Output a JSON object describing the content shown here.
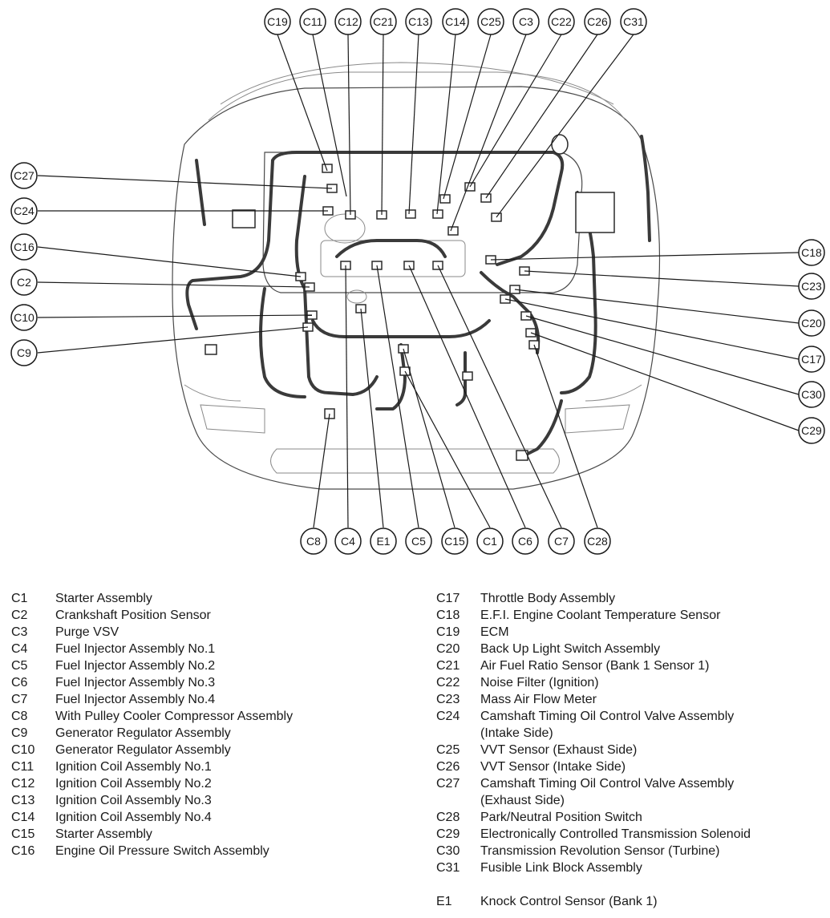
{
  "callouts": {
    "top": [
      "C19",
      "C11",
      "C12",
      "C21",
      "C13",
      "C14",
      "C25",
      "C3",
      "C22",
      "C26",
      "C31"
    ],
    "left": [
      "C27",
      "C24",
      "C16",
      "C2",
      "C10",
      "C9"
    ],
    "right": [
      "C18",
      "C23",
      "C20",
      "C17",
      "C30",
      "C29"
    ],
    "bottom": [
      "C8",
      "C4",
      "E1",
      "C5",
      "C15",
      "C1",
      "C6",
      "C7",
      "C28"
    ]
  },
  "legend_left": [
    {
      "code": "C1",
      "desc": "Starter Assembly"
    },
    {
      "code": "C2",
      "desc": "Crankshaft Position Sensor"
    },
    {
      "code": "C3",
      "desc": "Purge VSV"
    },
    {
      "code": "C4",
      "desc": "Fuel Injector Assembly No.1"
    },
    {
      "code": "C5",
      "desc": "Fuel Injector Assembly No.2"
    },
    {
      "code": "C6",
      "desc": "Fuel Injector Assembly No.3"
    },
    {
      "code": "C7",
      "desc": "Fuel Injector Assembly No.4"
    },
    {
      "code": "C8",
      "desc": "With Pulley Cooler Compressor Assembly"
    },
    {
      "code": "C9",
      "desc": "Generator Regulator Assembly"
    },
    {
      "code": "C10",
      "desc": "Generator Regulator Assembly"
    },
    {
      "code": "C11",
      "desc": "Ignition Coil Assembly No.1"
    },
    {
      "code": "C12",
      "desc": "Ignition Coil Assembly No.2"
    },
    {
      "code": "C13",
      "desc": "Ignition Coil Assembly No.3"
    },
    {
      "code": "C14",
      "desc": "Ignition Coil Assembly No.4"
    },
    {
      "code": "C15",
      "desc": "Starter Assembly"
    },
    {
      "code": "C16",
      "desc": "Engine Oil Pressure Switch Assembly"
    }
  ],
  "legend_right": [
    {
      "code": "C17",
      "desc": "Throttle Body Assembly"
    },
    {
      "code": "C18",
      "desc": "E.F.I. Engine Coolant Temperature Sensor"
    },
    {
      "code": "C19",
      "desc": "ECM"
    },
    {
      "code": "C20",
      "desc": "Back Up Light Switch Assembly"
    },
    {
      "code": "C21",
      "desc": "Air Fuel Ratio Sensor (Bank 1 Sensor 1)"
    },
    {
      "code": "C22",
      "desc": "Noise Filter (Ignition)"
    },
    {
      "code": "C23",
      "desc": "Mass Air Flow Meter"
    },
    {
      "code": "C24",
      "desc": "Camshaft Timing Oil Control Valve Assembly"
    },
    {
      "code": "",
      "desc": "(Intake Side)"
    },
    {
      "code": "C25",
      "desc": "VVT Sensor (Exhaust Side)"
    },
    {
      "code": "C26",
      "desc": "VVT Sensor (Intake Side)"
    },
    {
      "code": "C27",
      "desc": "Camshaft Timing Oil Control Valve Assembly"
    },
    {
      "code": "",
      "desc": "(Exhaust Side)"
    },
    {
      "code": "C28",
      "desc": "Park/Neutral Position Switch"
    },
    {
      "code": "C29",
      "desc": "Electronically Controlled Transmission Solenoid"
    },
    {
      "code": "C30",
      "desc": "Transmission Revolution Sensor (Turbine)"
    },
    {
      "code": "C31",
      "desc": "Fusible Link Block Assembly"
    }
  ],
  "legend_extra": {
    "code": "E1",
    "desc": "Knock Control Sensor (Bank 1)"
  }
}
